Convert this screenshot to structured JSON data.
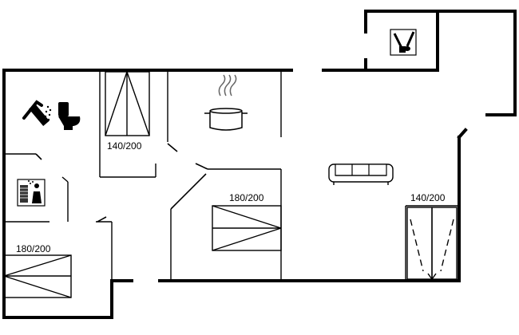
{
  "plan": {
    "bedrooms": [
      {
        "id": "bed-top-left",
        "size_label": "140/200"
      },
      {
        "id": "bed-center",
        "size_label": "180/200"
      },
      {
        "id": "bed-right",
        "size_label": "140/200"
      },
      {
        "id": "bed-bottom-left",
        "size_label": "180/200"
      }
    ],
    "icons": {
      "shower": "shower-icon",
      "toilet": "toilet-icon",
      "kitchen": "cooking-pot-icon",
      "sauna": "sauna-icon",
      "sofa": "sofa-icon",
      "utility": "utility-tools-icon"
    }
  }
}
